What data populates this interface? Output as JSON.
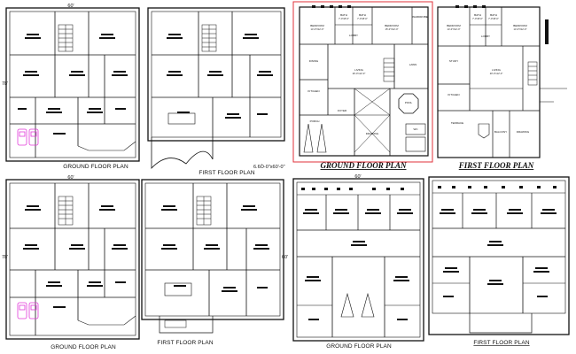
{
  "sheet": {
    "plans": [
      {
        "caption": "GROUND FLOOR PLAN",
        "width_dim": "60'",
        "depth_dim": "78'"
      },
      {
        "caption": "FIRST FLOOR PLAN",
        "width_dim": "",
        "depth_dim": ""
      },
      {
        "caption": "GROUND FLOOR PLAN",
        "width_dim": "",
        "depth_dim": ""
      },
      {
        "caption": "FIRST FLOOR PLAN",
        "width_dim": "",
        "depth_dim": ""
      },
      {
        "caption": "GROUND FLOOR PLAN",
        "width_dim": "60'",
        "depth_dim": "78'"
      },
      {
        "caption": "FIRST FLOOR PLAN",
        "width_dim": "",
        "depth_dim": ""
      },
      {
        "caption": "GROUND FLOOR PLAN",
        "width_dim": "60'",
        "depth_dim": "60'"
      },
      {
        "caption": "FIRST FLOOR PLAN",
        "width_dim": "",
        "depth_dim": ""
      }
    ],
    "site_size": "6.6Ò-0\"x60'-0\"",
    "rooms_ground": [
      {
        "name": "BATH",
        "size": "7'-0\"x8'-0\""
      },
      {
        "name": "BATH",
        "size": "7'-0\"x8'-0\""
      },
      {
        "name": "WARDROBE",
        "size": "7'-0\"x4'-0\""
      },
      {
        "name": "BEDROOM",
        "size": "14'-0\"X12'-0\""
      },
      {
        "name": "BEDROOM",
        "size": "15'-0\"X12'-0\""
      },
      {
        "name": "LOBBY",
        "size": "8'-3\"x4'-0\""
      },
      {
        "name": "STAIR",
        "size": ""
      },
      {
        "name": "LIVING",
        "size": "20'-0\"x12'-0\""
      },
      {
        "name": "LAWN",
        "size": "12'-0\"x30'-0\""
      },
      {
        "name": "KITCHEN",
        "size": "11'-0\"x10'-0\""
      },
      {
        "name": "DINING",
        "size": "16'-0\"x14'-0\""
      },
      {
        "name": "PORCH",
        "size": "10'-0\"x12'-0\""
      },
      {
        "name": "FOYER",
        "size": ""
      },
      {
        "name": "DRAWING",
        "size": "14'-0\"X12'-0\""
      },
      {
        "name": "POOL",
        "size": ""
      },
      {
        "name": "WC",
        "size": ""
      }
    ],
    "rooms_first": [
      {
        "name": "BATH",
        "size": "7'-0\"x8'-0\""
      },
      {
        "name": "BATH",
        "size": "7'-0\"x8'-0\""
      },
      {
        "name": "BEDROOM",
        "size": "14'-0\"X12'-0\""
      },
      {
        "name": "BEDROOM",
        "size": "14'-0\"X12'-0\""
      },
      {
        "name": "LOBBY",
        "size": ""
      },
      {
        "name": "LIVING",
        "size": "20'-0\"x12'-0\""
      },
      {
        "name": "KITCHEN",
        "size": ""
      },
      {
        "name": "STUDY",
        "size": ""
      },
      {
        "name": "TERRACE",
        "size": ""
      },
      {
        "name": "DRAWING",
        "size": ""
      },
      {
        "name": "BALCONY",
        "size": ""
      }
    ]
  },
  "colors": {
    "line": "#111111",
    "accent_frame": "#e0303a",
    "car": "#e23ad9"
  }
}
